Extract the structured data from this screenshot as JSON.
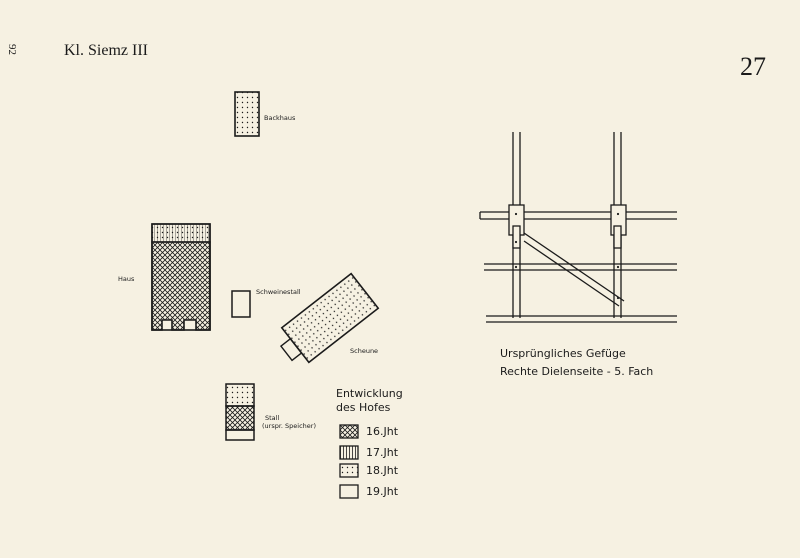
{
  "header": {
    "side_page_number": "92",
    "title": "Kl. Siemz III",
    "page_number": "27"
  },
  "site_plan": {
    "labels": {
      "backhaus": "Backhaus",
      "haus": "Haus",
      "schweinestall": "Schweinestall",
      "scheune": "Scheune",
      "stall": "Stall",
      "stall_note": "(urspr. Speicher)"
    },
    "legend": {
      "title_line1": "Entwicklung",
      "title_line2": "des Hofes",
      "items": [
        {
          "pattern": "crosshatch",
          "label": "16.Jht"
        },
        {
          "pattern": "vertical-lines",
          "label": "17.Jht"
        },
        {
          "pattern": "dots",
          "label": "18.Jht"
        },
        {
          "pattern": "blank",
          "label": "19.Jht"
        }
      ]
    }
  },
  "framework_drawing": {
    "caption_line1": "Ursprüngliches Gefüge",
    "caption_line2": "Rechte Dielenseite - 5. Fach"
  },
  "colors": {
    "paper": "#f6f1e2",
    "ink": "#1b1b1b"
  }
}
